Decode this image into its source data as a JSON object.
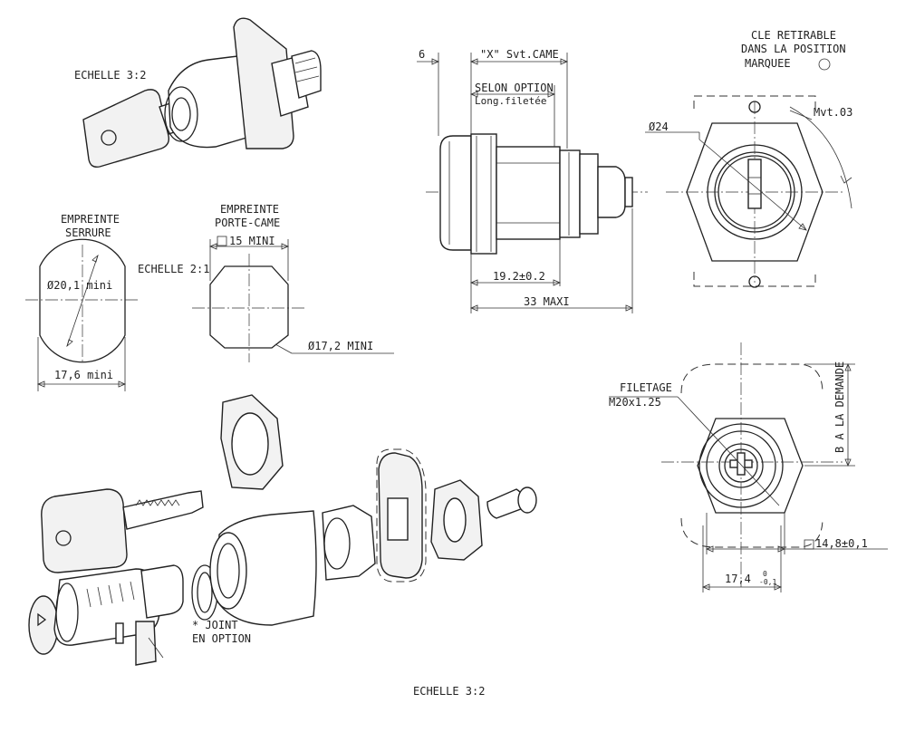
{
  "labels": {
    "scale_3_2_top": "ECHELLE 3:2",
    "scale_2_1": "ECHELLE 2:1",
    "scale_3_2_bottom": "ECHELLE 3:2",
    "empreinte_serrure_1": "EMPREINTE",
    "empreinte_serrure_2": "SERRURE",
    "empreinte_porte_came_1": "EMPREINTE",
    "empreinte_porte_came_2": "PORTE-CAME",
    "cle_retirable_1": "CLE RETIRABLE",
    "cle_retirable_2": "DANS LA POSITION",
    "cle_retirable_3": "MARQUEE",
    "joint_1": "* JOINT",
    "joint_2": "EN OPTION",
    "filetage_1": "FILETAGE",
    "filetage_2": "M20x1.25",
    "a_la_demande": "B A LA DEMANDE",
    "selon_option": "SELON OPTION",
    "long_filetee": "Long.filetée"
  },
  "dimensions": {
    "d20_1": "Ø20,1 mini",
    "w17_6": "17,6 mini",
    "sq15": "15 MINI",
    "d17_2": "Ø17,2 MINI",
    "six": "6",
    "x_came": "\"X\" Svt.CAME",
    "len19_2": "19.2±0.2",
    "len33": "33 MAXI",
    "d24": "Ø24",
    "mvt": "Mvt.03",
    "sq14_8": "14,8±0,1",
    "w17_4": "17,4",
    "tol_up": "0",
    "tol_low": "-0,1"
  }
}
